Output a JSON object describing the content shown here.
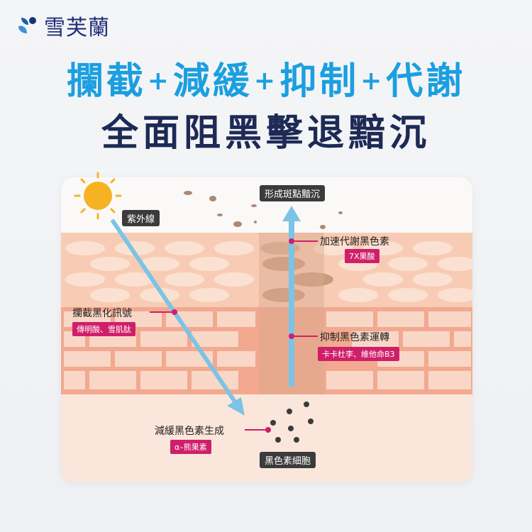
{
  "brand": {
    "name": "雪芙蘭",
    "logo_icon": "drop-logo-icon",
    "brand_color": "#1f2f7a"
  },
  "headline": {
    "part1": "攔截",
    "part2": "減緩",
    "part3": "抑制",
    "part4": "代謝",
    "plus": "+",
    "color": "#1b9fe0"
  },
  "subheadline": "全面阻黑擊退黯沉",
  "diagram": {
    "uv_label": "紫外線",
    "top_label": "形成斑點黯沉",
    "melanocyte_label": "黑色素細胞",
    "callouts": [
      {
        "title": "加速代謝黑色素",
        "ingredient": "7X果酸"
      },
      {
        "title": "攔截黑化訊號",
        "ingredient": "傳明酸、雪肌肽"
      },
      {
        "title": "抑制黑色素運轉",
        "ingredient": "卡卡杜李、維他命B3"
      },
      {
        "title": "減緩黑色素生成",
        "ingredient": "α–熊果素"
      }
    ],
    "accent_color": "#d01f6a",
    "arrow_color": "#7cc3e6"
  }
}
